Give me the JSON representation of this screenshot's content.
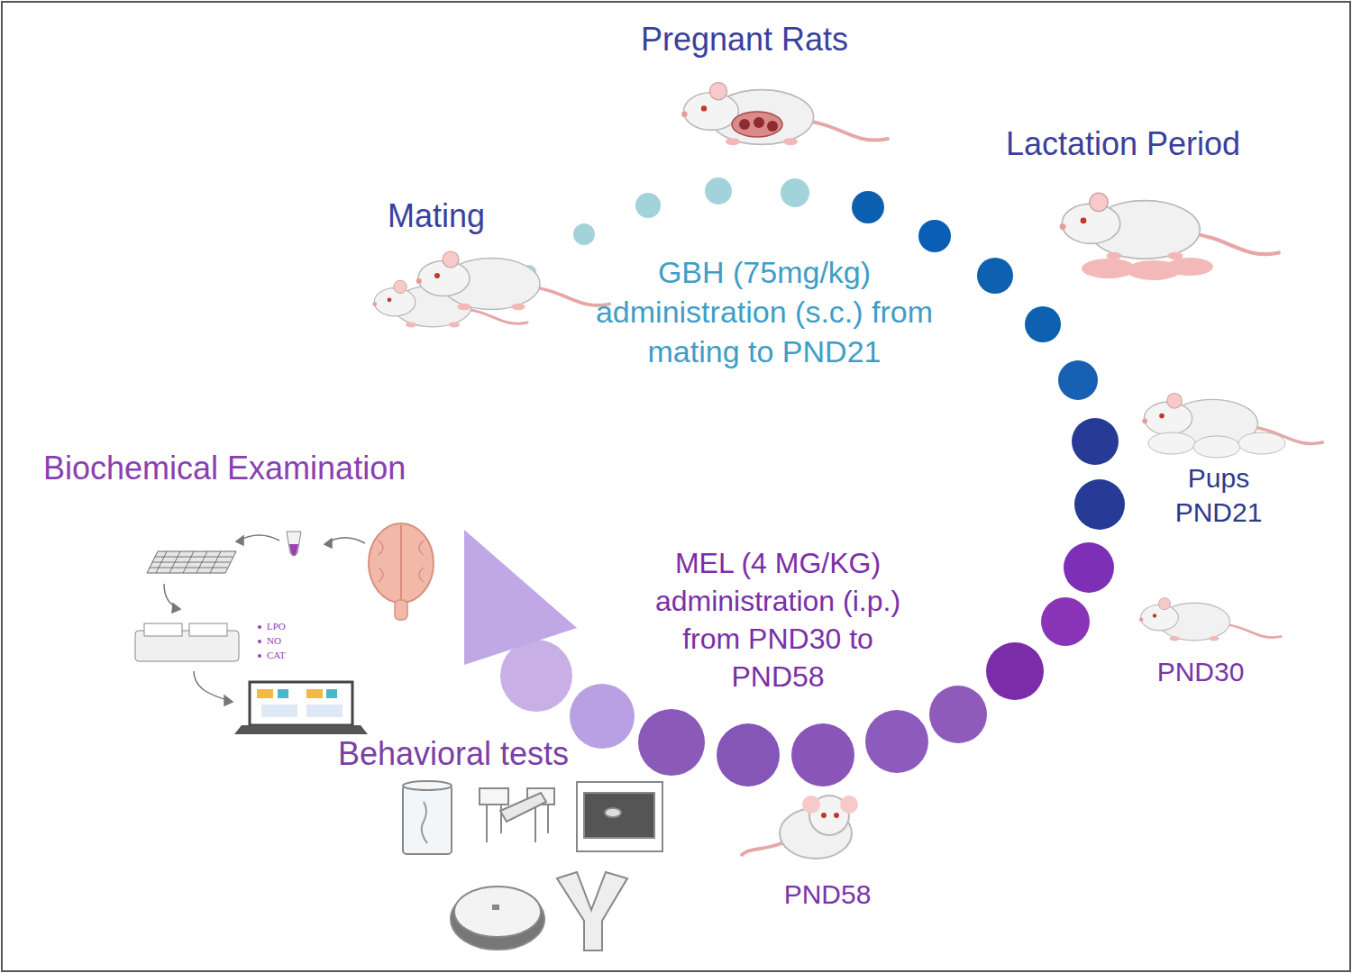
{
  "diagram": {
    "labels": [
      "Pregnant Rats",
      "Mating",
      "Lactation Period",
      "GBH (75mg/kg) administration (s.c.) from mating to PND21",
      "Pups PND21",
      "PND30",
      "MEL (4 MG/KG) administration (i.p.) from PND30 to PND58",
      "PND58",
      "Behavioral tests",
      "Biochemical Examination",
      "LPO",
      "NO",
      "CAT"
    ]
  }
}
